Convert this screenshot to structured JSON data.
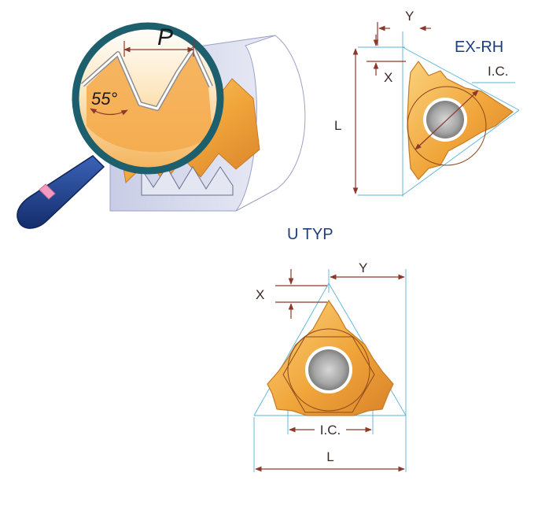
{
  "magnifier": {
    "pitch_label": "P",
    "angle_label": "55°"
  },
  "ex_rh": {
    "title": "EX-RH",
    "y_label": "Y",
    "x_label": "X",
    "l_label": "L",
    "ic_label": "I.C."
  },
  "u_typ": {
    "title": "U  TYP",
    "x_label": "X",
    "y_label": "Y",
    "ic_label": "I.C.",
    "l_label": "L"
  },
  "colors": {
    "insert_orange": "#f0a53a",
    "dimension_line": "#8b3a2a",
    "guide_line": "#59b4d6",
    "title_text": "#1c3f7a",
    "handle_blue": "#1f3f8c",
    "lens_rim": "#1d5f6d"
  }
}
